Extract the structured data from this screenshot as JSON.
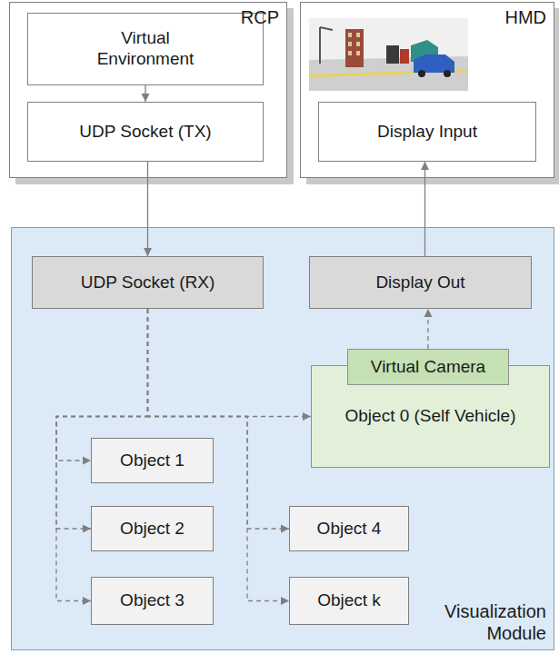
{
  "diagram": {
    "nodes": [
      {
        "text": [
          "RCP"
        ]
      },
      {
        "text": [
          "Virtual Environment"
        ],
        "in": 0
      },
      {
        "text": [
          "UDP Socket (TX)"
        ],
        "in": 0
      },
      {
        "text": [
          "HMD"
        ]
      },
      {
        "text": [
          "Display Input"
        ],
        "in": 3
      },
      {
        "text": [
          "Visualization Module"
        ]
      },
      {
        "text": [
          "UDP Socket (RX)"
        ],
        "in": 5
      },
      {
        "text": [
          "Display Out"
        ],
        "in": 5
      },
      {
        "text": [
          "Object 0 (Self Vehicle)"
        ],
        "in": 5
      },
      {
        "text": [
          "Virtual Camera"
        ],
        "in": 8
      },
      {
        "text": [
          "Object 1"
        ],
        "in": 5
      },
      {
        "text": [
          "Object 2"
        ],
        "in": 5
      },
      {
        "text": [
          "Object 3"
        ],
        "in": 5
      },
      {
        "text": [
          "Object 4"
        ],
        "in": 5
      },
      {
        "text": [
          "Object k"
        ],
        "in": 5
      }
    ],
    "edges": [
      {
        "from": 1,
        "to": 2,
        "arrow": "to"
      },
      {
        "from": 2,
        "to": 6,
        "arrow": "to"
      },
      {
        "from": 6,
        "to": 8,
        "arrow": "to"
      },
      {
        "from": 6,
        "to": 10,
        "arrow": "to"
      },
      {
        "from": 6,
        "to": 11,
        "arrow": "to"
      },
      {
        "from": 6,
        "to": 12,
        "arrow": "to"
      },
      {
        "from": 6,
        "to": 13,
        "arrow": "to"
      },
      {
        "from": 6,
        "to": 14,
        "arrow": "to"
      },
      {
        "from": 9,
        "to": 7,
        "arrow": "to"
      },
      {
        "from": 7,
        "to": 4,
        "arrow": "to"
      }
    ]
  }
}
